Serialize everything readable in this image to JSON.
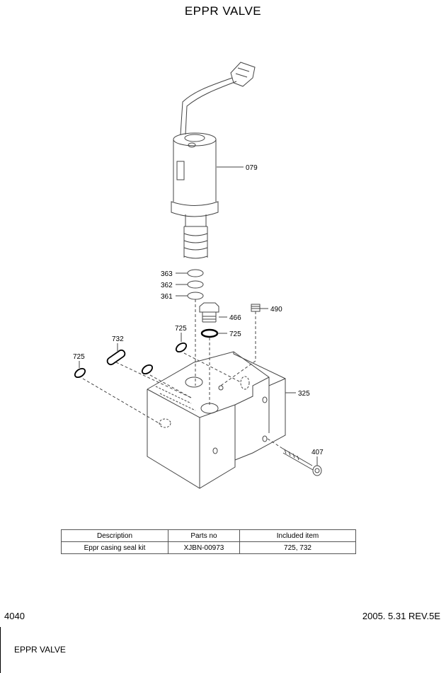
{
  "title": "EPPR VALVE",
  "callouts": {
    "c079": "079",
    "c363": "363",
    "c362": "362",
    "c361": "361",
    "c490": "490",
    "c466": "466",
    "c725a": "725",
    "c725b": "725",
    "c732": "732",
    "c725c": "725",
    "c325": "325",
    "c407": "407"
  },
  "kit_table": {
    "headers": [
      "Description",
      "Parts no",
      "Included item"
    ],
    "rows": [
      [
        "Eppr casing seal kit",
        "XJBN-00973",
        "725, 732"
      ]
    ]
  },
  "footer": {
    "page": "4040",
    "date_rev": "2005. 5.31  REV.5E",
    "section": "EPPR VALVE"
  }
}
